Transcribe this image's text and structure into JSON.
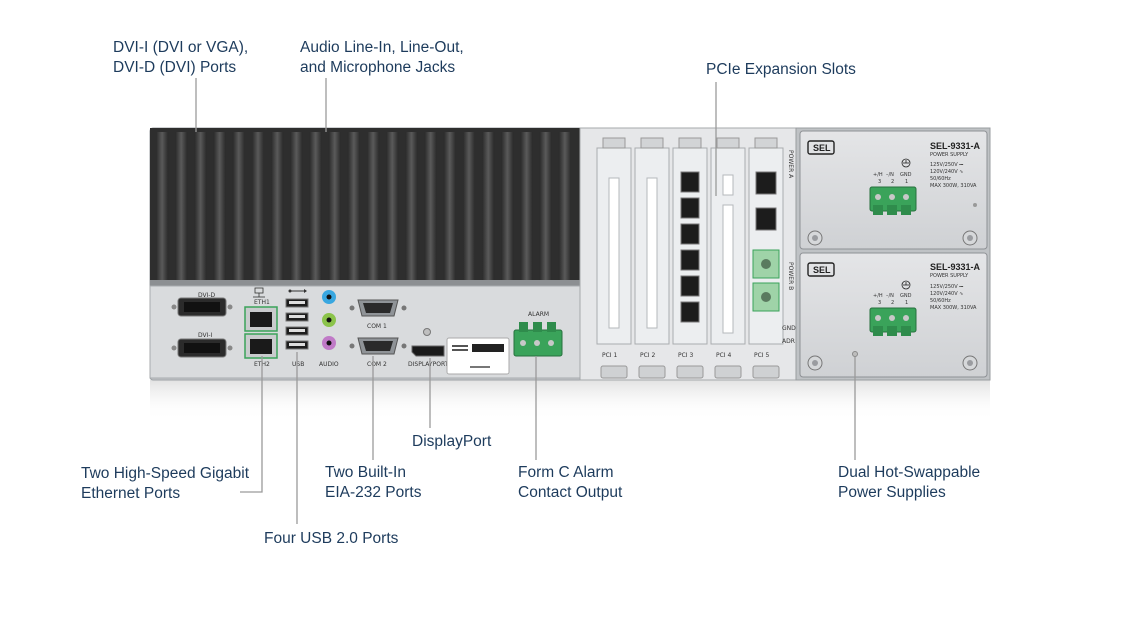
{
  "callouts": {
    "dvi": [
      "DVI-I (DVI or VGA),",
      "DVI-D (DVI) Ports"
    ],
    "audio": [
      "Audio Line-In, Line-Out,",
      "and Microphone Jacks"
    ],
    "pcie": [
      "PCIe Expansion Slots"
    ],
    "displayport": [
      "DisplayPort"
    ],
    "ethernet": [
      "Two High-Speed Gigabit",
      "Ethernet Ports"
    ],
    "eia232": [
      "Two Built-In",
      "EIA-232 Ports"
    ],
    "alarm": [
      "Form C Alarm",
      "Contact Output"
    ],
    "psu": [
      "Dual Hot-Swappable",
      "Power Supplies"
    ],
    "usb": [
      "Four USB 2.0 Ports"
    ]
  },
  "panel_labels": {
    "dvi_d": "DVI-D",
    "dvi_i": "DVI-I",
    "eth1": "ETH1",
    "eth2": "ETH2",
    "usb": "USB",
    "audio": "AUDIO",
    "com1": "COM 1",
    "com2": "COM 2",
    "displayport": "DISPLAYPORT",
    "alarm": "ALARM",
    "pci": [
      "PCI 1",
      "PCI 2",
      "PCI 3",
      "PCI 4",
      "PCI 5"
    ],
    "power_a": "POWER A",
    "power_b": "POWER B",
    "gnd": "GND",
    "adr": "ADR"
  },
  "power_supplies": [
    {
      "brand": "SEL",
      "model": "SEL-9331-A",
      "subtitle": "POWER SUPPLY",
      "spec_lines": [
        "125V/250V ⎓",
        "120V/240V ∿",
        "50/60Hz",
        "MAX 300W, 310VA"
      ],
      "terminals": [
        "+/H",
        "–/N",
        "GND"
      ],
      "terminal_numbers": [
        "3",
        "2",
        "1"
      ]
    },
    {
      "brand": "SEL",
      "model": "SEL-9331-A",
      "subtitle": "POWER SUPPLY",
      "spec_lines": [
        "125V/250V ⎓",
        "120V/240V ∿",
        "50/60Hz",
        "MAX 300W, 310VA"
      ],
      "terminals": [
        "+/H",
        "–/N",
        "GND"
      ],
      "terminal_numbers": [
        "3",
        "2",
        "1"
      ]
    }
  ],
  "colors": {
    "callout_text": "#1d3b5c",
    "leader_line": "#9a9a9a",
    "heatsink": "#3a3a3a",
    "chassis": "#d4d6d8",
    "terminal_block": "#3aa35a",
    "line_in_jack": "#39a7e0",
    "line_out_jack": "#8bc34a",
    "mic_jack": "#c07ac7"
  }
}
